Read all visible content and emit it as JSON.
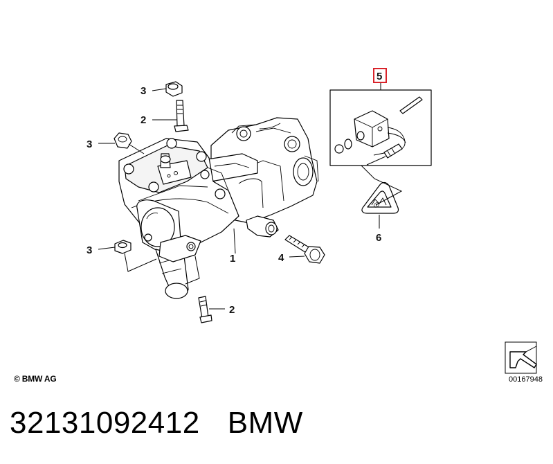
{
  "callouts": {
    "c1": "1",
    "c2a": "2",
    "c2b": "2",
    "c3a": "3",
    "c3b": "3",
    "c3c": "3",
    "c4": "4",
    "c5": "5",
    "c6": "6"
  },
  "highlight_color": "#d9232a",
  "copyright": "© BMW AG",
  "diagram_id": "00167948",
  "footer": {
    "part_number": "32131092412",
    "brand": "BMW"
  }
}
